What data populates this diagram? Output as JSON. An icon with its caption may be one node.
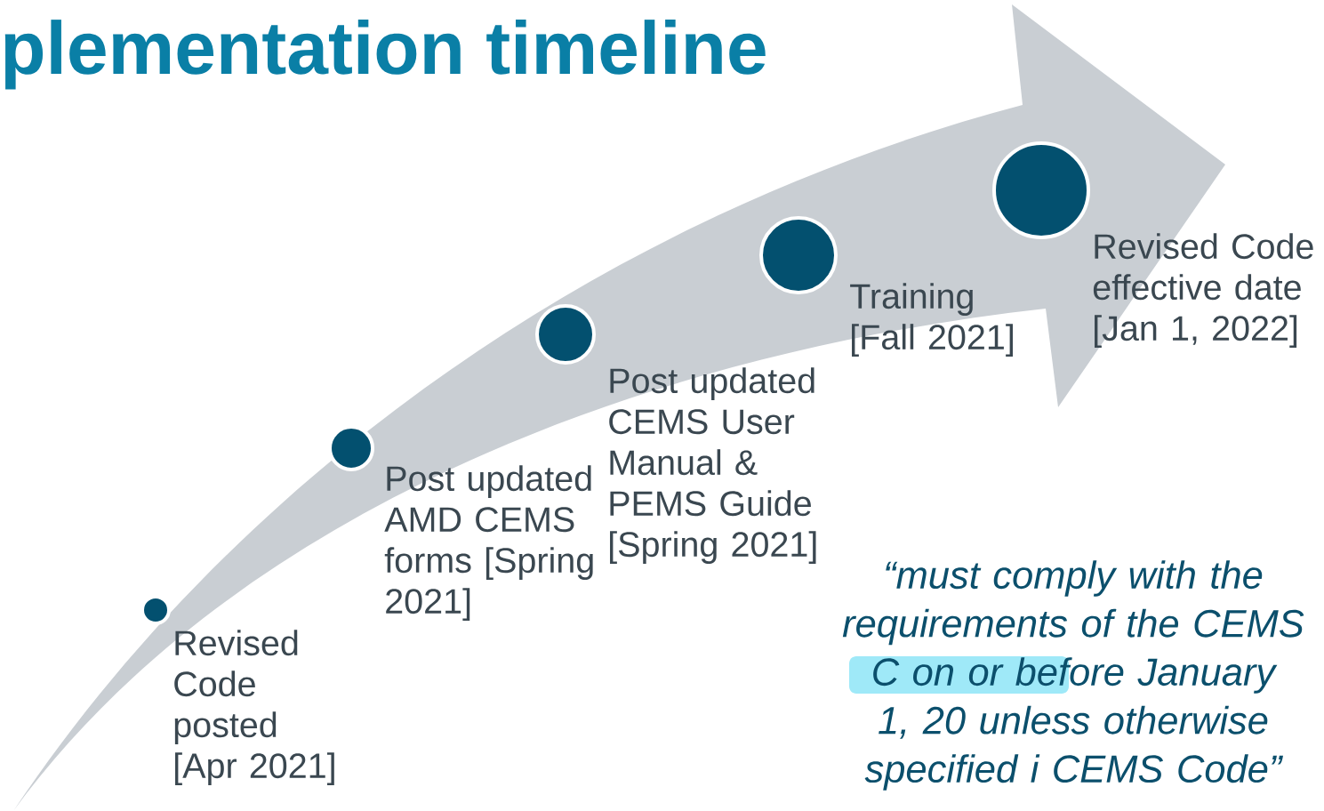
{
  "diagram": {
    "title": "plementation timeline",
    "nodes": [
      {
        "text": [],
        "shape": "circle",
        "beside": [
          "Revised Code posted [Apr 2021]"
        ]
      },
      {
        "text": [],
        "shape": "circle",
        "beside": [
          "Post updated AMD CEMS forms [Spring 2021]"
        ]
      },
      {
        "text": [],
        "shape": "circle",
        "beside": [
          "Post updated CEMS User Manual & PEMS Guide [Spring 2021]"
        ]
      },
      {
        "text": [],
        "shape": "circle",
        "beside": [
          "Training [Fall 2021]"
        ]
      },
      {
        "text": [],
        "shape": "circle",
        "beside": [
          "Revised Code effective date [Jan 1, 2022]"
        ]
      }
    ],
    "labels": [
      "“must comply with the requirements of the CEMS C on or before January 1, 20 unless otherwise specified i CEMS Code”"
    ]
  }
}
